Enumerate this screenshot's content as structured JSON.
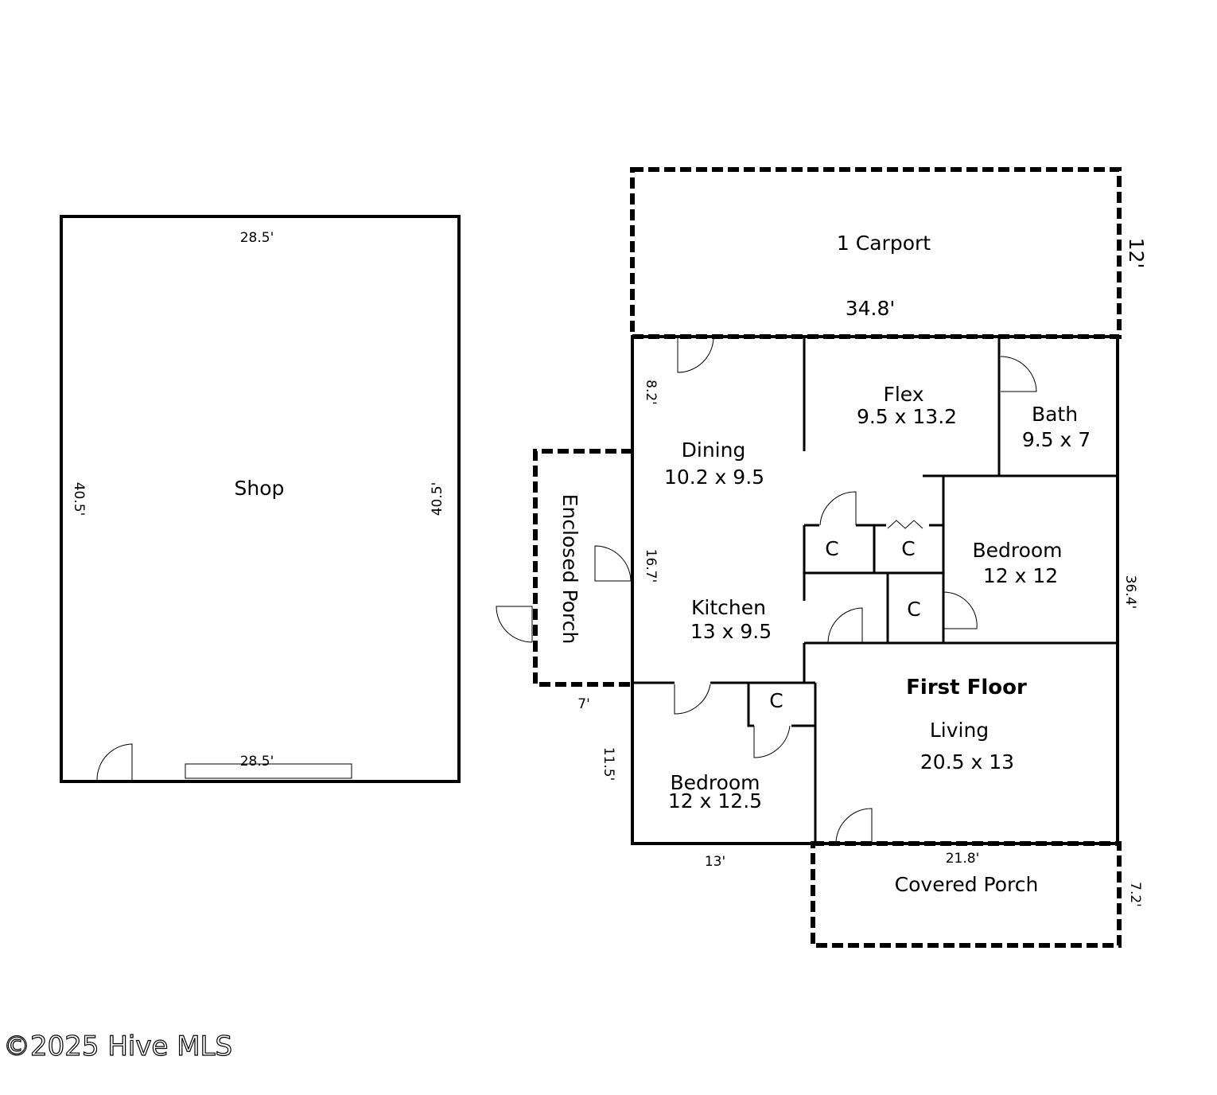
{
  "title": "First Floor",
  "watermark": "©2025 Hive MLS",
  "shop": {
    "name": "Shop",
    "top": "28.5'",
    "bottom": "28.5'",
    "left": "40.5'",
    "right": "40.5'"
  },
  "carport": {
    "name": "1 Carport",
    "width": "34.8'",
    "depth": "12'"
  },
  "rooms": {
    "flex": {
      "name": "Flex",
      "size": "9.5 x 13.2"
    },
    "bath": {
      "name": "Bath",
      "size": "9.5 x 7"
    },
    "dining": {
      "name": "Dining",
      "size": "10.2 x 9.5"
    },
    "kitchen": {
      "name": "Kitchen",
      "size": "13 x 9.5"
    },
    "bedroom1": {
      "name": "Bedroom",
      "size": "12 x 12"
    },
    "bedroom2": {
      "name": "Bedroom",
      "size": "12 x 12.5"
    },
    "living": {
      "name": "Living",
      "size": "20.5 x 13"
    },
    "enclosed_porch": {
      "name": "Enclosed Porch"
    },
    "covered_porch": {
      "name": "Covered Porch"
    },
    "closet_label": "C"
  },
  "dimensions": {
    "dining_left": "8.2'",
    "kitchen_left": "16.7'",
    "porch_bottom": "7'",
    "bedroom_left": "11.5'",
    "bedroom_bottom": "13'",
    "right_side": "36.4'",
    "covered_porch_width": "21.8'",
    "covered_porch_depth": "7.2'"
  }
}
